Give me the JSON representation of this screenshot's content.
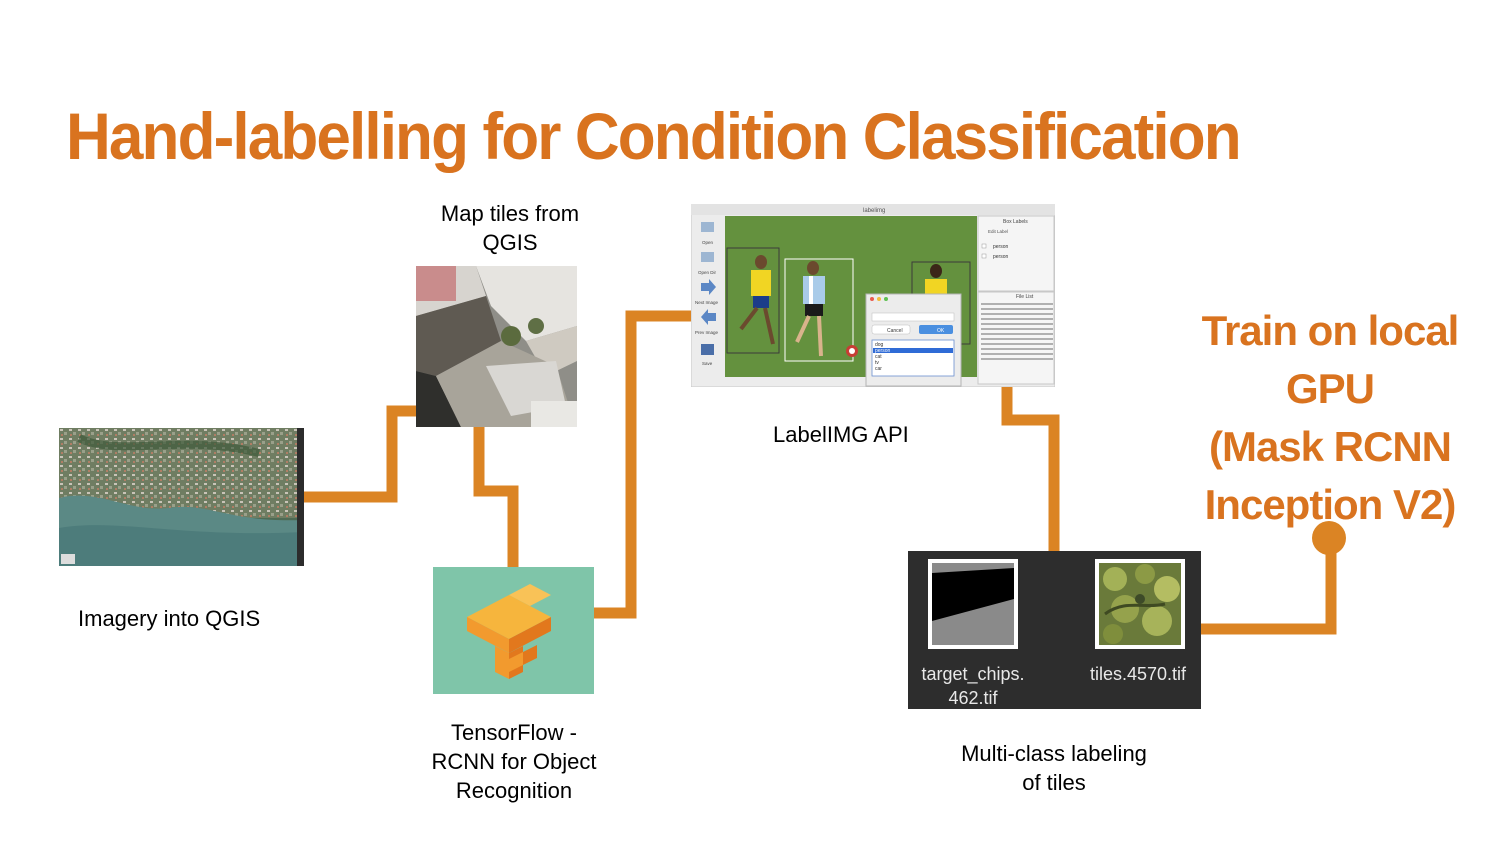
{
  "slide": {
    "title": "Hand-labelling for Condition Classification",
    "accent_color": "#D9731F",
    "connector_color": "#DB8424"
  },
  "nodes": {
    "imagery": {
      "caption": "Imagery into QGIS"
    },
    "map_tiles": {
      "caption_line1": "Map tiles from",
      "caption_line2": "QGIS"
    },
    "tensorflow": {
      "caption_line1": "TensorFlow -",
      "caption_line2": "RCNN for Object",
      "caption_line3": "Recognition",
      "icon": "tensorflow-logo-icon"
    },
    "labelimg": {
      "caption": "LabelIMG API",
      "window_title": "labelimg",
      "toolbar": [
        "Open",
        "Open Dir",
        "Next Image",
        "Prev Image",
        "Save"
      ],
      "box_labels_header": "Box Labels",
      "edit_label": "Edit Label",
      "box_labels": [
        "person",
        "person"
      ],
      "file_list_header": "File List",
      "dialog_buttons": [
        "Cancel",
        "OK"
      ],
      "dialog_options": [
        "dog",
        "person",
        "cat",
        "tv",
        "car"
      ]
    },
    "multiclass": {
      "caption_line1": "Multi-class labeling",
      "caption_line2": "of tiles",
      "tile_a_line1": "target_chips.",
      "tile_a_line2": "462.tif",
      "tile_b": "tiles.4570.tif"
    },
    "train": {
      "line1": "Train on local",
      "line2": "GPU",
      "line3": "(Mask RCNN",
      "line4": "Inception V2)"
    }
  }
}
